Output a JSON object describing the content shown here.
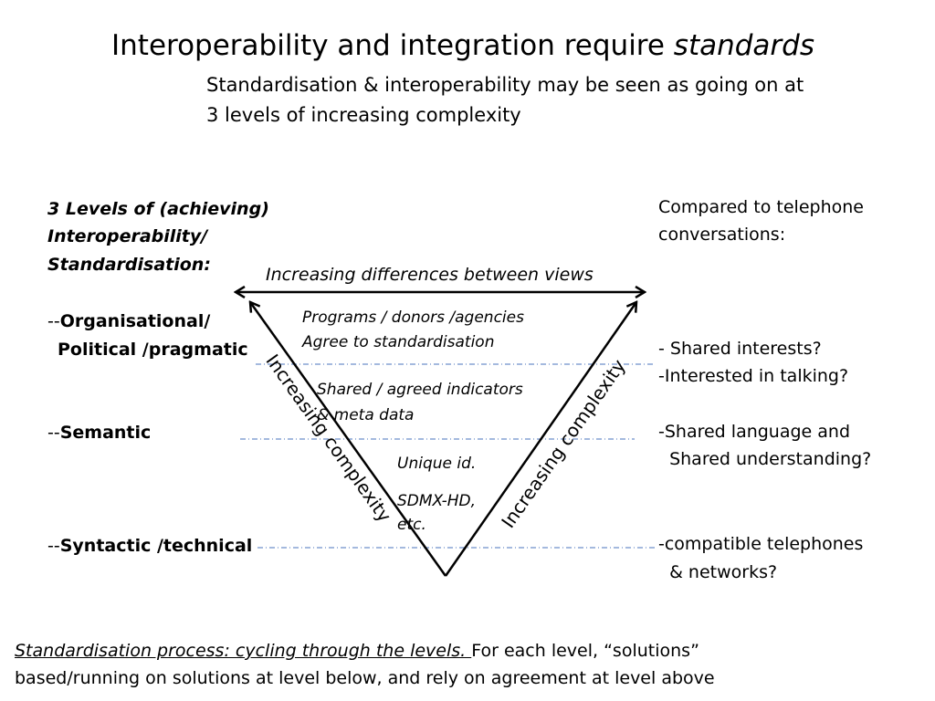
{
  "title": {
    "main": "Interoperability and integration require ",
    "emph": "standards"
  },
  "subtitle": {
    "line1": "Standardisation & interoperability may be seen as  going on at",
    "line2": "3 levels of increasing complexity"
  },
  "left_heading": [
    "3 Levels of (achieving)",
    "Interoperability/",
    "Standardisation:"
  ],
  "levels": {
    "organisational": {
      "prefix": "--",
      "line1": "Organisational/",
      "line2": "Political /pragmatic"
    },
    "semantic": {
      "prefix": "--",
      "label": "Semantic"
    },
    "syntactic": {
      "prefix": "--",
      "label": "Syntactic /technical"
    }
  },
  "triangle": {
    "top_label": "Increasing differences between views",
    "left_side": "Increasing complexity",
    "right_side": "Increasing complexity",
    "org_text": [
      "Programs / donors /agencies",
      "Agree to standardisation"
    ],
    "sem_text": [
      "Shared  / agreed indicators",
      "& meta data"
    ],
    "syn_text": [
      "Unique id.",
      "SDMX-HD,",
      "etc."
    ]
  },
  "telephone": {
    "heading": [
      "Compared to telephone",
      "conversations:"
    ],
    "org": [
      "- Shared interests?",
      "-Interested in talking?"
    ],
    "sem": [
      "-Shared language and",
      "  Shared understanding?"
    ],
    "syn": [
      "-compatible telephones",
      "  & networks?"
    ]
  },
  "bottom": {
    "underlined": "Standardisation process: cycling through the levels. ",
    "rest": "For each level, “solutions”",
    "line2": "based/running on solutions at level below, and rely on agreement at level above"
  },
  "colors": {
    "dashed_line": "#6e8fc9",
    "text": "#000000"
  }
}
